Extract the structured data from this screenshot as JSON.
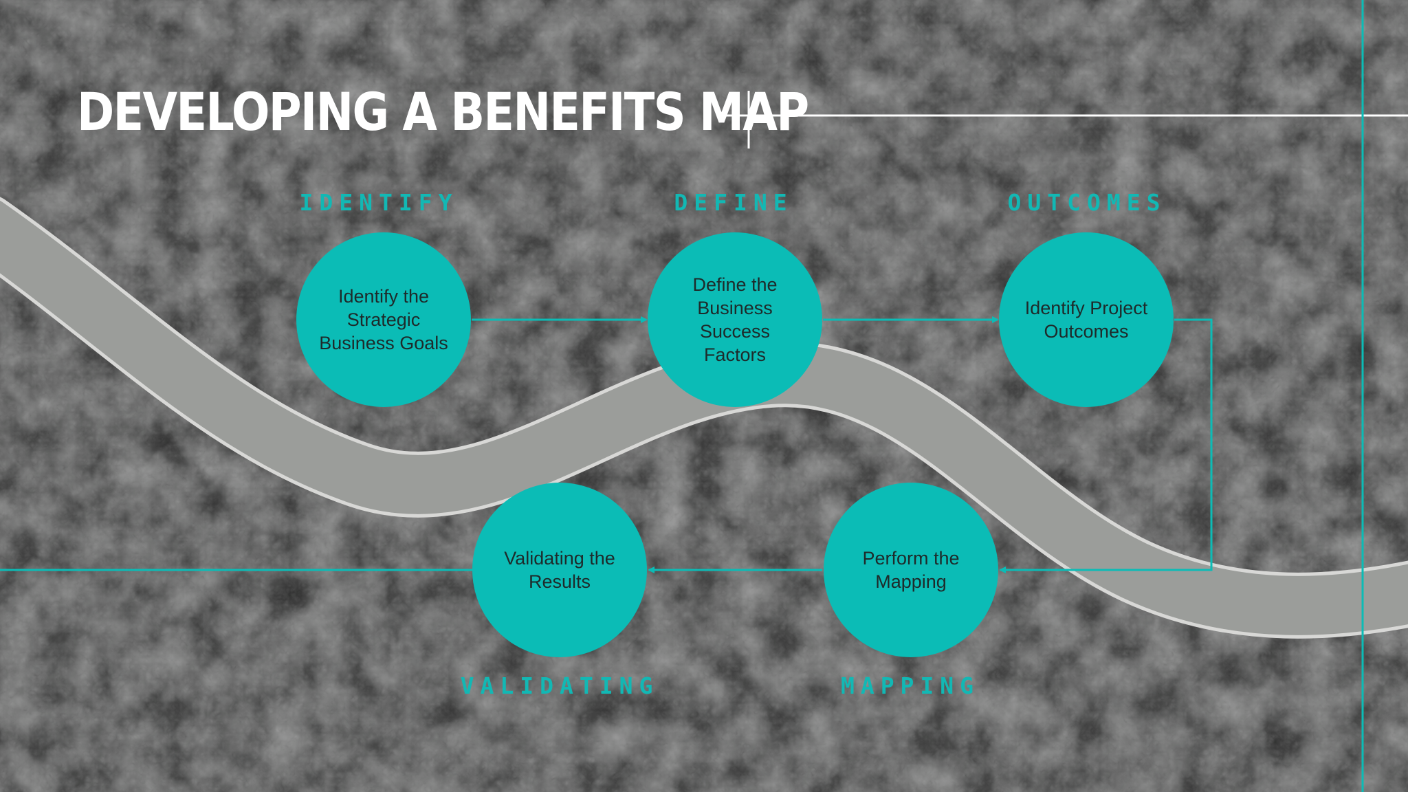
{
  "title": "DEVELOPING A BENEFITS MAP",
  "colors": {
    "accent": "#0bbcb6",
    "title": "#ffffff",
    "node_text": "#1e2a2a"
  },
  "steps": [
    {
      "label": "IDENTIFY",
      "text": "Identify the Strategic Business Goals"
    },
    {
      "label": "DEFINE",
      "text": "Define the Business Success Factors"
    },
    {
      "label": "OUTCOMES",
      "text": "Identify Project Outcomes"
    },
    {
      "label": "MAPPING",
      "text": "Perform the Mapping"
    },
    {
      "label": "VALIDATING",
      "text": "Validating the Results"
    }
  ]
}
